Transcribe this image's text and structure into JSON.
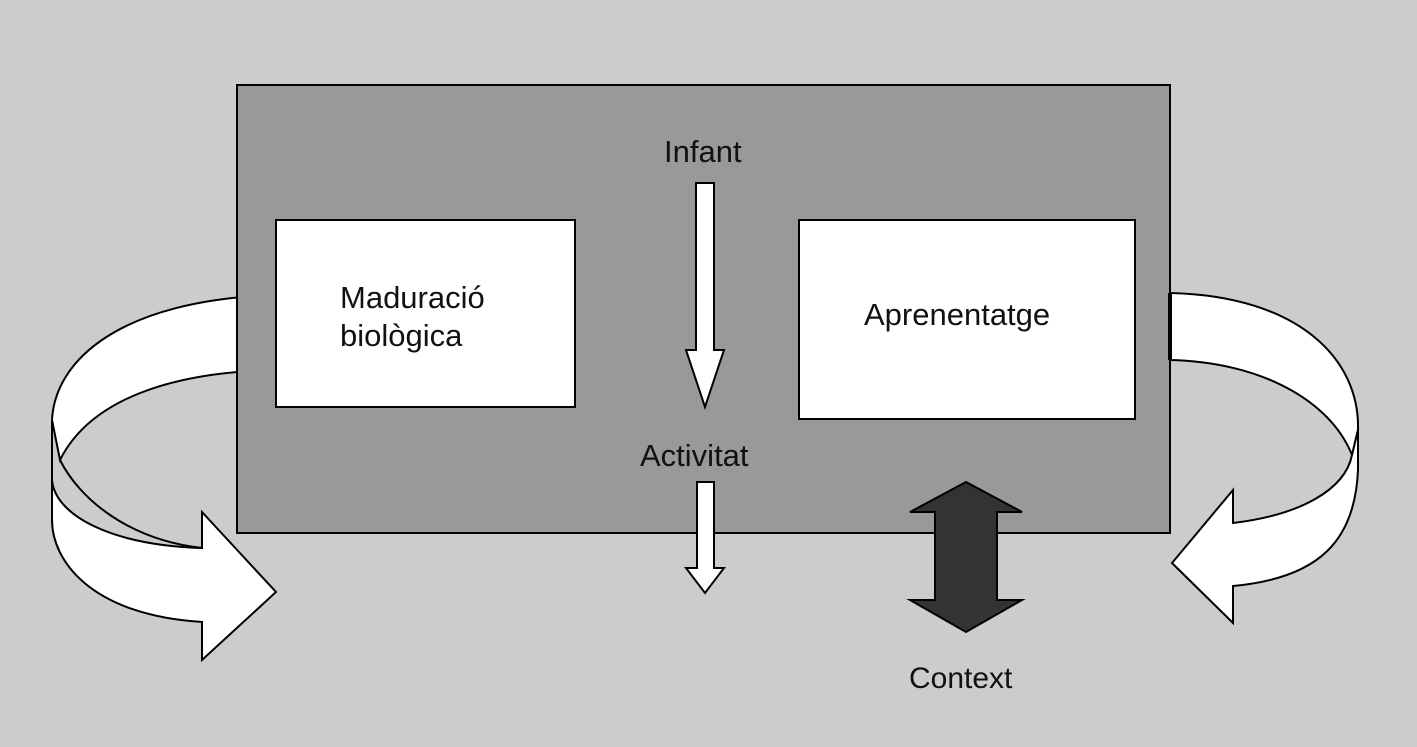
{
  "diagram": {
    "labels": {
      "infant": "Infant",
      "activitat": "Activitat",
      "maduracio_line1": "Maduració",
      "maduracio_line2": "biològica",
      "aprenentatge": "Aprenentatge",
      "context": "Context"
    },
    "colors": {
      "background": "#cccccc",
      "frame_fill": "#999999",
      "box_fill": "#ffffff",
      "double_arrow_fill": "#333333",
      "outline": "#000000"
    }
  }
}
